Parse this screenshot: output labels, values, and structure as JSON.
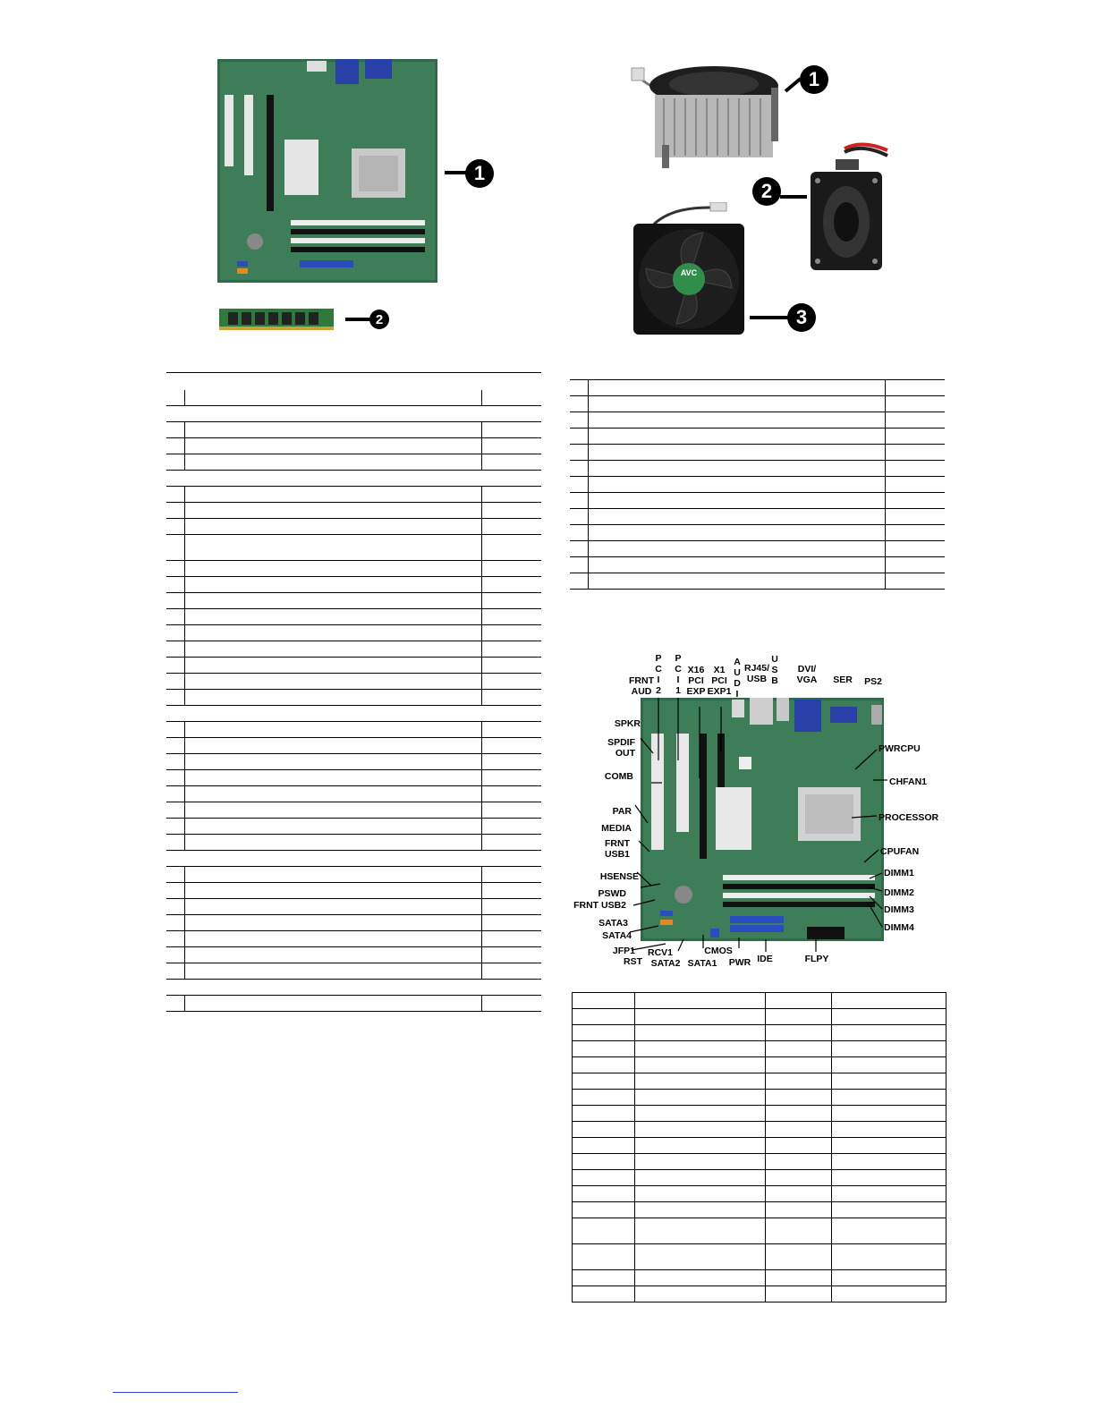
{
  "figures": {
    "motherboard_callouts": [
      "1",
      "2"
    ],
    "components_callouts": [
      "1",
      "2",
      "3"
    ],
    "fan_brand": "AVC"
  },
  "board_labels": {
    "frnt_aud": "FRNT\nAUD",
    "pci2": "P\nC\nI\n2",
    "pci1": "P\nC\nI\n1",
    "x16": "X16\nPCI\nEXP",
    "x1": "X1\nPCI\nEXP1",
    "aud": "A\nU\nD\nI",
    "rj45": "RJ45/\nUSB",
    "usb": "U\nS\nB",
    "dvi": "DVI/\nVGA",
    "ser": "SER",
    "ps2": "PS2",
    "spkr": "SPKR",
    "spdif": "SPDIF\nOUT",
    "comb": "COMB",
    "par": "PAR",
    "media": "MEDIA",
    "frnt_usb1": "FRNT\nUSB1",
    "hsense": "HSENSE",
    "pswd": "PSWD",
    "frnt_usb2": "FRNT USB2",
    "sata3": "SATA3",
    "sata4": "SATA4",
    "jfp1": "JFP1",
    "rst": "RST",
    "rcv1": "RCV1",
    "sata2": "SATA2",
    "sata1": "SATA1",
    "cmos": "CMOS",
    "pwr": "PWR",
    "ide": "IDE",
    "flpy": "FLPY",
    "pwrcpu": "PWRCPU",
    "chfan1": "CHFAN1",
    "processor": "PROCESSOR",
    "cpufan": "CPUFAN",
    "dimm1": "DIMM1",
    "dimm2": "DIMM2",
    "dimm3": "DIMM3",
    "dimm4": "DIMM4"
  }
}
